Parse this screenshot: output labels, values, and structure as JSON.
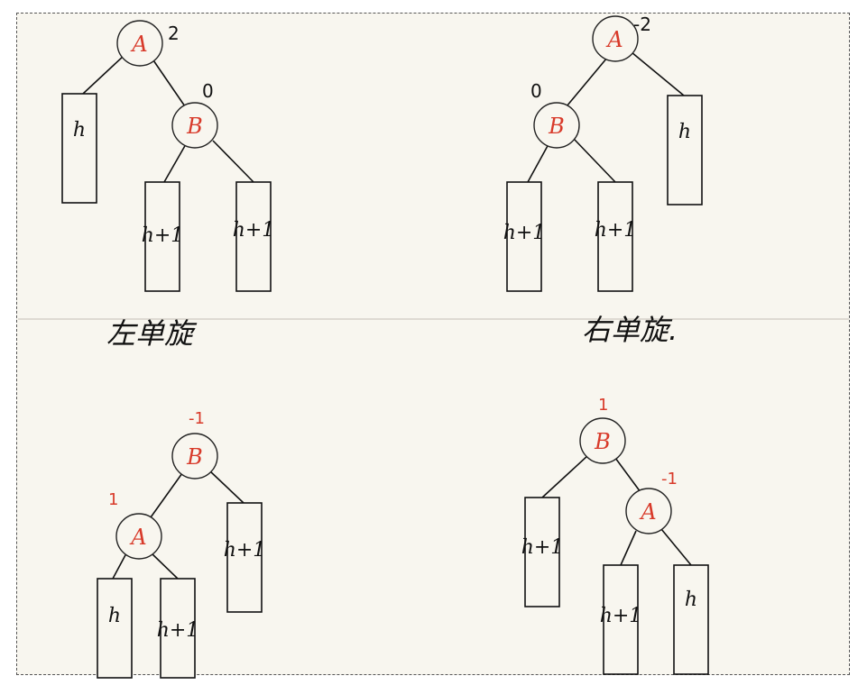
{
  "captions": {
    "left_rotation": "左单旋",
    "right_rotation": "右单旋."
  },
  "diagrams": {
    "top_left": {
      "nodes": {
        "a": "A",
        "b": "B"
      },
      "factors": {
        "a": "2",
        "b": "0"
      },
      "boxes": {
        "left": "h",
        "mid": "h+1",
        "right": "h+1"
      }
    },
    "top_right": {
      "nodes": {
        "a": "A",
        "b": "B"
      },
      "factors": {
        "a": "-2",
        "b": "0"
      },
      "boxes": {
        "left": "h+1",
        "mid": "h+1",
        "right": "h"
      }
    },
    "bottom_left": {
      "nodes": {
        "a": "A",
        "b": "B"
      },
      "factors": {
        "a": "1",
        "b": "-1"
      },
      "boxes": {
        "left": "h",
        "mid": "h+1",
        "right": "h+1"
      }
    },
    "bottom_right": {
      "nodes": {
        "a": "A",
        "b": "B"
      },
      "factors": {
        "a": "-1",
        "b": "1"
      },
      "boxes": {
        "left": "h+1",
        "mid": "h+1",
        "right": "h"
      }
    }
  },
  "colors": {
    "node_label": "#d83a2a",
    "factor_red": "#d83a2a",
    "ink": "#111111",
    "paper": "#f8f6ef"
  }
}
